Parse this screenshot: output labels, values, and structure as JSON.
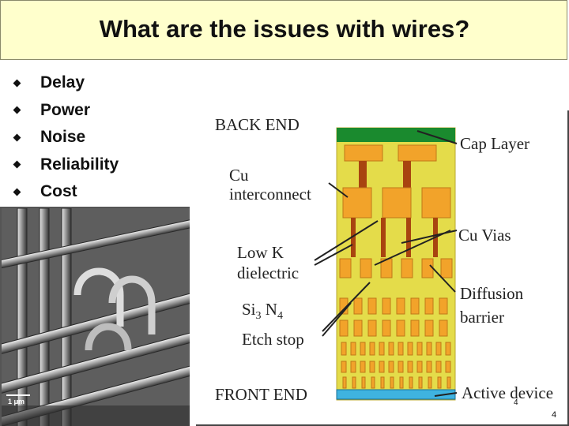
{
  "slide": {
    "title": "What are the issues with wires?",
    "bullets": [
      "Delay",
      "Power",
      "Noise",
      "Reliability",
      "Cost"
    ],
    "page_number": "4",
    "inner_page_number": "4"
  },
  "micrograph": {
    "scale_label": "1 μm"
  },
  "cross_section": {
    "labels": {
      "back_end": "BACK END",
      "front_end": "FRONT END",
      "cu_interconnect": [
        "Cu",
        "interconnect"
      ],
      "low_k": [
        "Low K",
        "dielectric"
      ],
      "etch_stop_1": "Si",
      "etch_stop_sub1": "3",
      "etch_stop_2": " N",
      "etch_stop_sub2": "4",
      "etch_stop_3": "Etch stop",
      "cap_layer": "Cap Layer",
      "cu_vias": "Cu Vias",
      "diffusion": [
        "Diffusion",
        "barrier"
      ],
      "active_device": "Active device"
    },
    "colors": {
      "cap": "#1a8a2e",
      "dielectric": "#e4dc4a",
      "copper": "#f2a32a",
      "via": "#a84410",
      "active": "#3fb3e0"
    }
  }
}
